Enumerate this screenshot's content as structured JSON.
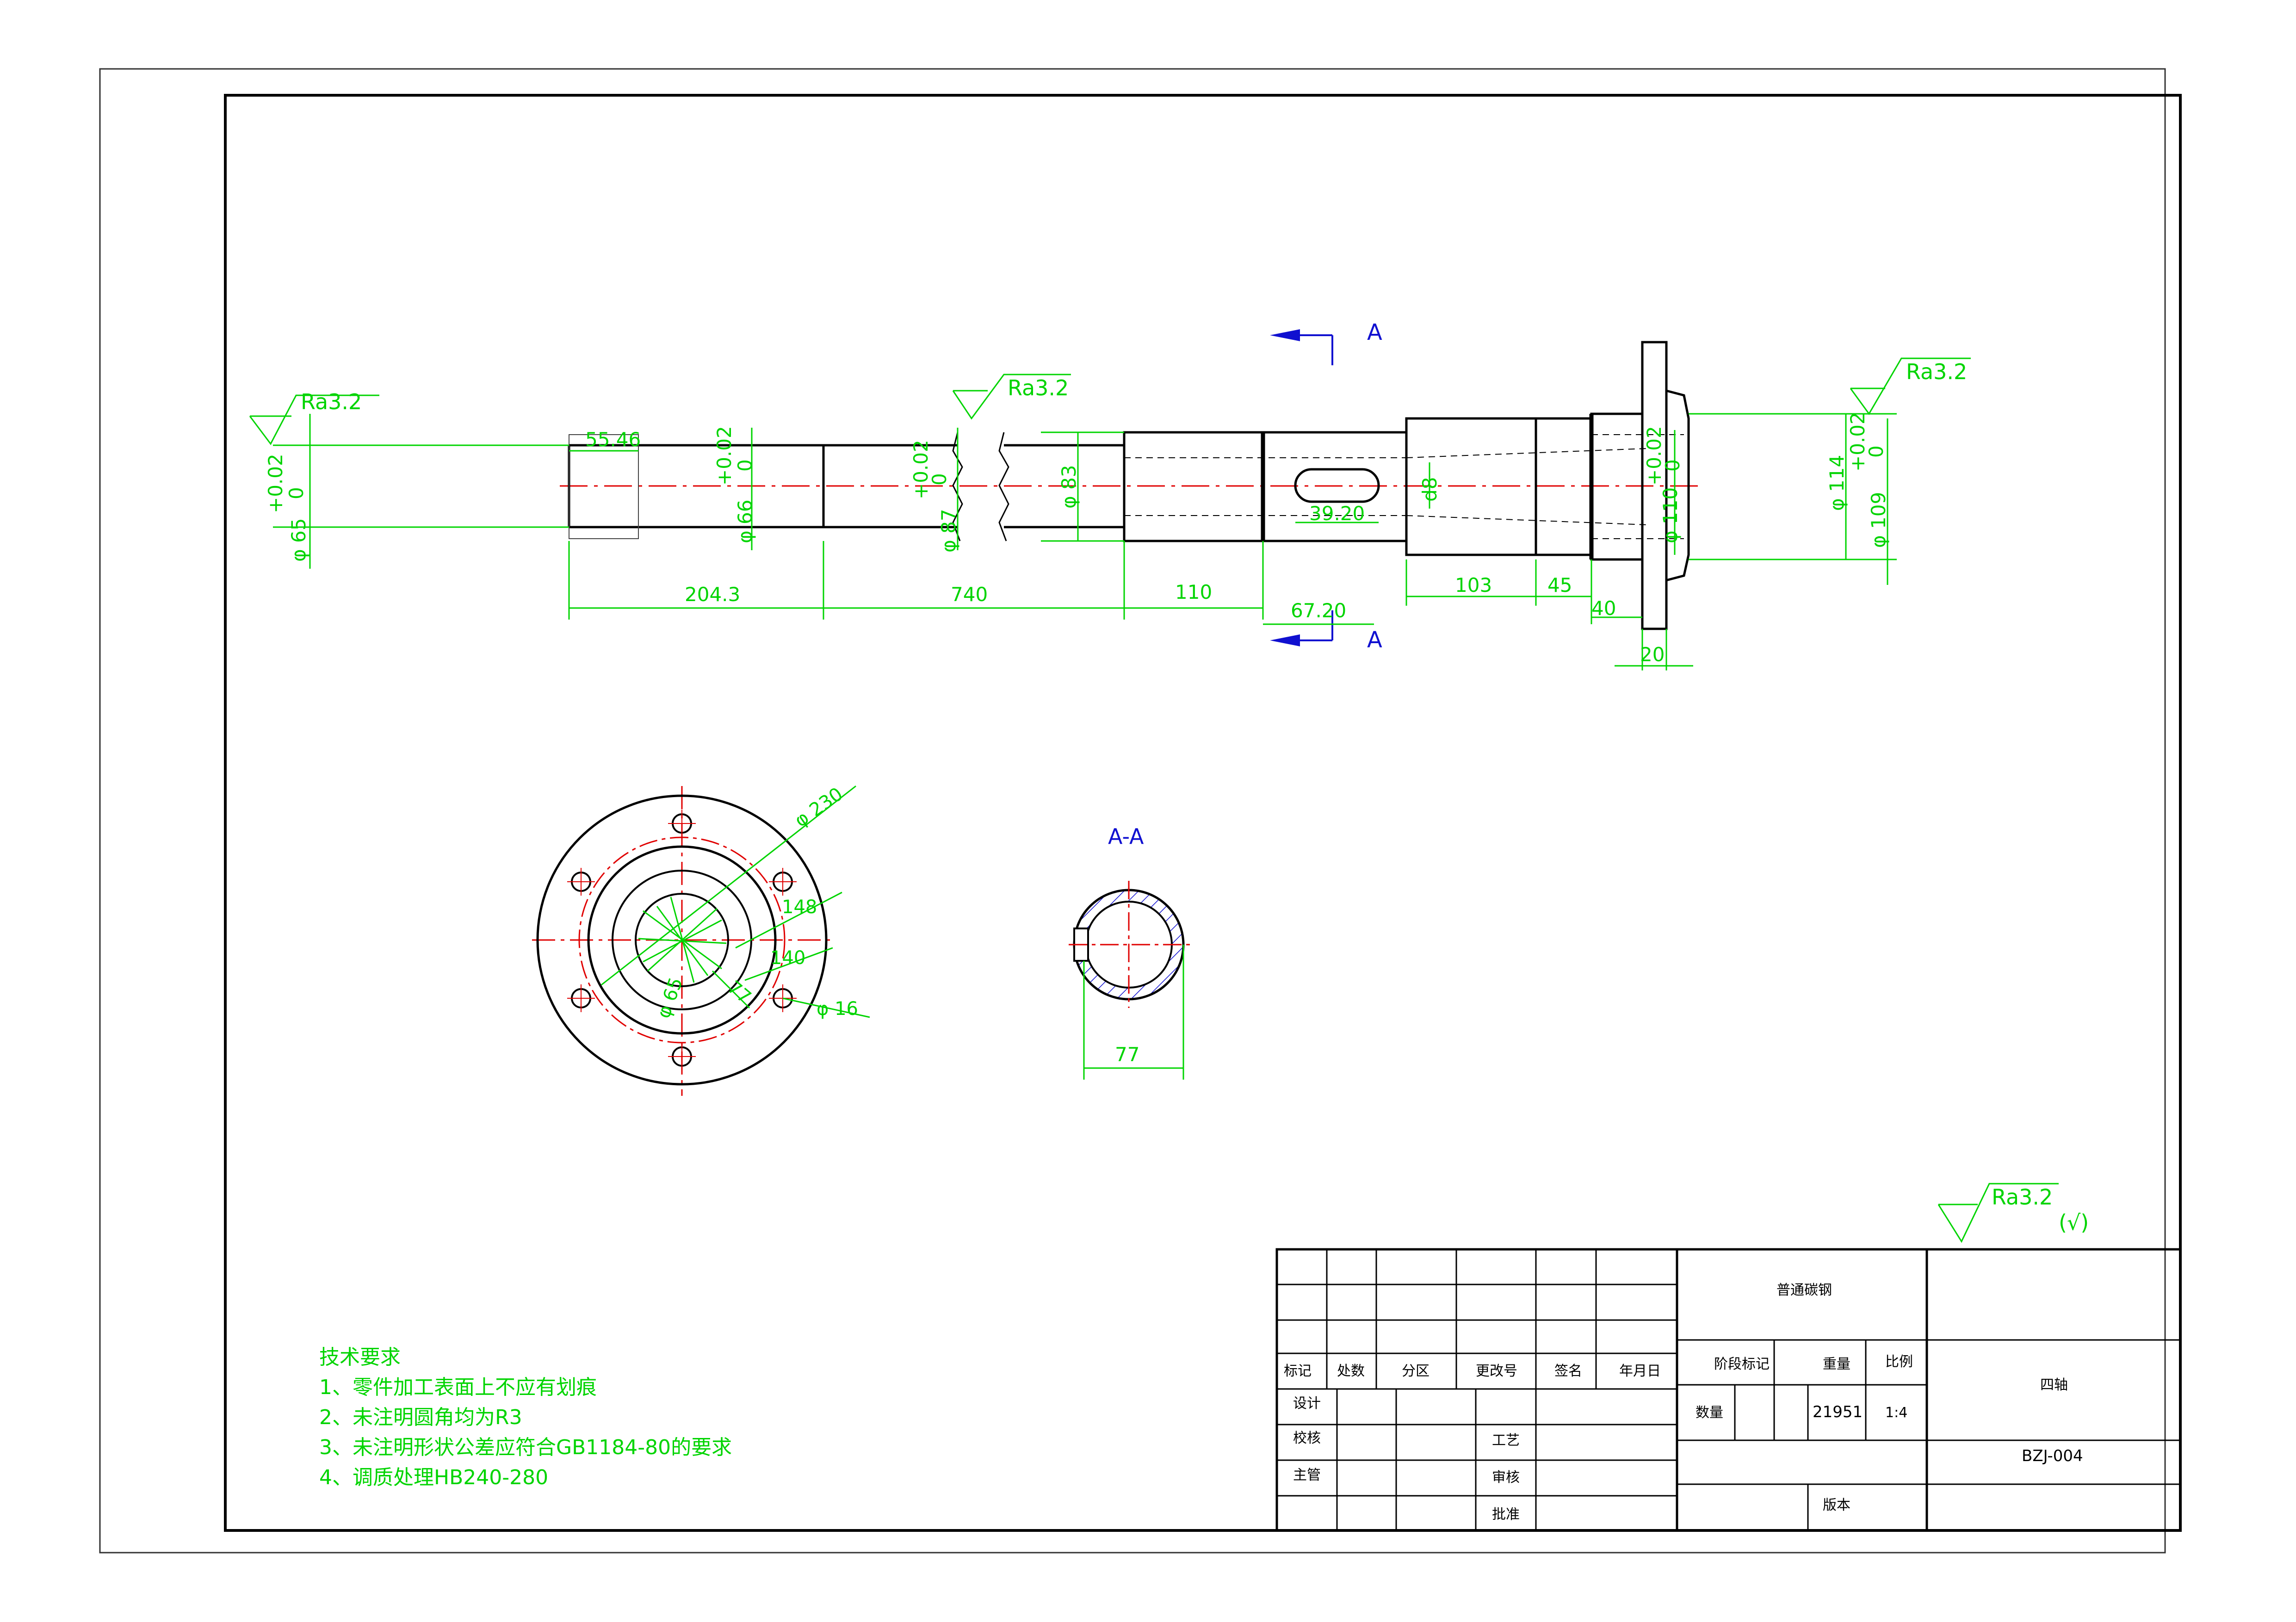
{
  "colors": {
    "dimension": "#00d400",
    "outline": "#000000",
    "centerline": "#e00000",
    "section": "#1010d0"
  },
  "section_marks": {
    "letter": "A",
    "view_title": "A-A"
  },
  "roughness": {
    "label": "Ra3.2",
    "general_mark": "(√)"
  },
  "main_view": {
    "tolerance_upper": "+0.02",
    "tolerance_lower": "0",
    "diameters": [
      "φ 65",
      "φ 66",
      "φ 87",
      "φ 83",
      "φ 110",
      "φ 114",
      "φ 109"
    ],
    "lengths": [
      "55.46",
      "204.3",
      "740",
      "110",
      "39.20",
      "67.20",
      "103",
      "45",
      "40",
      "20"
    ],
    "key_width": "d8"
  },
  "end_view": {
    "dims": [
      "φ 230",
      "148",
      "140",
      "77",
      "φ 65",
      "φ 16"
    ]
  },
  "section_view": {
    "dims": [
      "77"
    ]
  },
  "tech_requirements": {
    "title": "技术要求",
    "items": [
      "1、零件加工表面上不应有划痕",
      "2、未注明圆角均为R3",
      "3、未注明形状公差应符合GB1184-80的要求",
      "4、调质处理HB240-280"
    ]
  },
  "title_block": {
    "material": "普通碳钢",
    "headers": [
      "标记",
      "处数",
      "分区",
      "更改号",
      "签名",
      "年月日"
    ],
    "roles_left": [
      "设计",
      "校核",
      "主管"
    ],
    "roles_mid": [
      "工艺",
      "审核",
      "批准"
    ],
    "stage_mark": "阶段标记",
    "weight_label": "重量",
    "scale_label": "比例",
    "quantity_label": "数量",
    "weight_value": "21951",
    "scale_value": "1:4",
    "part_name": "四轴",
    "drawing_number": "BZJ-004",
    "version_label": "版本"
  }
}
